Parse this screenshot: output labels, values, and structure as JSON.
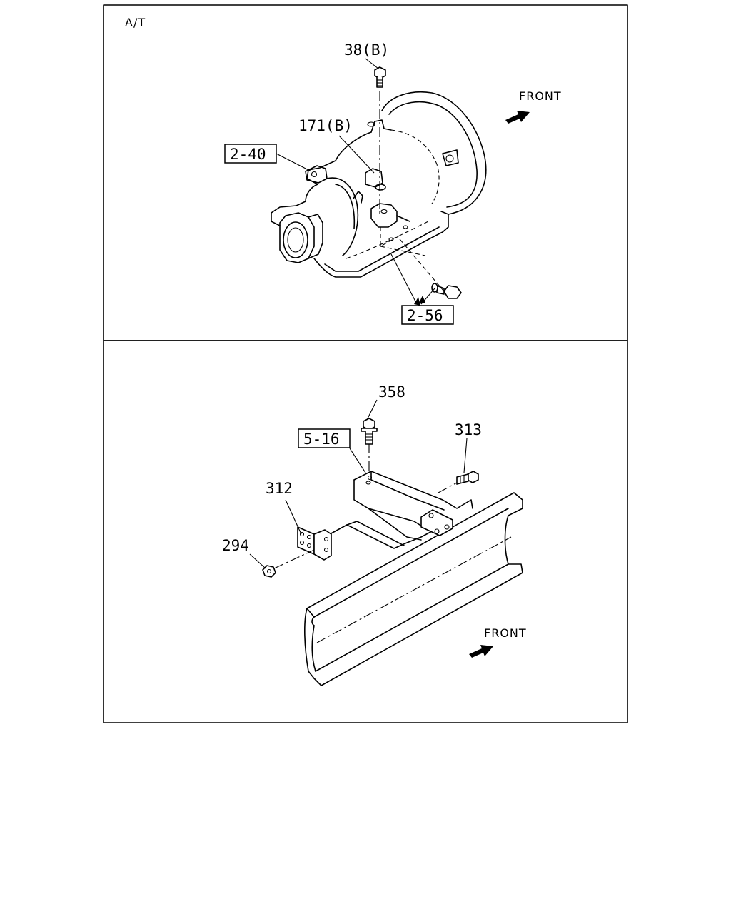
{
  "panels": [
    {
      "id": "top",
      "tag": "A/T",
      "front_label": "FRONT",
      "callouts": {
        "bolt_38": "38(B)",
        "item_171": "171(B)",
        "ref_2_40": "2-40",
        "ref_2_56": "2-56"
      }
    },
    {
      "id": "bottom",
      "front_label": "FRONT",
      "callouts": {
        "bolt_358": "358",
        "ref_5_16": "5-16",
        "bolt_313": "313",
        "bracket_312": "312",
        "nut_294": "294"
      }
    }
  ]
}
